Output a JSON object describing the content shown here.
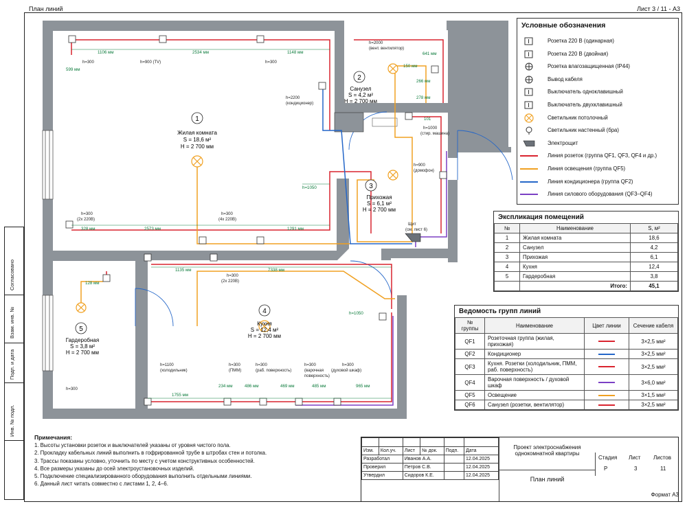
{
  "sheet": {
    "title": "План линий",
    "number": "Лист 3 / 11 - А3",
    "format": "Формат А3"
  },
  "side_labels": [
    "Согласовано",
    "Взам. инв. №",
    "Подп. и дата",
    "Инв. № подл."
  ],
  "rooms": [
    {
      "num": "1",
      "name": "Жилая комната",
      "area": "S = 18,6 м²",
      "height": "H = 2 700 мм"
    },
    {
      "num": "2",
      "name": "Санузел",
      "area": "S = 4,2 м²",
      "height": "H = 2 700 мм"
    },
    {
      "num": "3",
      "name": "Прихожая",
      "area": "S = 6,1 м²",
      "height": "H = 2 700 мм"
    },
    {
      "num": "4",
      "name": "Кухня",
      "area": "S = 12,4 м²",
      "height": "H = 2 700 мм"
    },
    {
      "num": "5",
      "name": "Гардеробная",
      "area": "S = 3,8 м²",
      "height": "H = 2 700 мм"
    }
  ],
  "plan_labels": {
    "d1106": "1106 мм",
    "d2534": "2534 мм",
    "d1148": "1148 мм",
    "d599": "599 мм",
    "h300a": "h=300",
    "h900tv": "h=900 (TV)",
    "h300b": "h=300",
    "h2200": "h=2200",
    "cond": "(кондиционер)",
    "h2000": "h=2000",
    "vent": "(вент. вентилятор)",
    "d641": "641 мм",
    "d150": "150 мм",
    "d266": "266 мм",
    "d278": "278 мм",
    "d101": "101",
    "h1000": "h=1000",
    "wash": "(стир. машина)",
    "h900d": "h=900",
    "domofon": "(домофон)",
    "h1050a": "h=1050",
    "h1050b": "h=1050",
    "h300c": "h=300",
    "x2220a": "(2х 220В)",
    "h300d": "h=300",
    "x4220": "(4х 220В)",
    "d2573": "2573 мм",
    "d1291": "1291 мм",
    "d328": "328 мм",
    "shield1": "Щит",
    "shield2": "(см. лист 6)",
    "d1135": "1135 мм",
    "d7338": "7338 мм",
    "h300e": "h=300",
    "x2220b": "(2х 220В)",
    "d128": "128 мм",
    "h300f": "h=300",
    "h1100": "h=1100",
    "fridge": "(холодильник)",
    "h300g": "h=300",
    "pmm": "(ПММ)",
    "h300h": "h=300",
    "work1": "(раб. поверхность)",
    "h300i": "h=300",
    "cook1": "(варочная",
    "cook2": "поверхность)",
    "h300j": "h=300",
    "oven": "(духовой шкаф)",
    "d1755": "1755 мм",
    "d234": "234 мм",
    "d486": "486 мм",
    "d469": "469 мм",
    "d485": "485 мм",
    "d965": "965 мм"
  },
  "legend": {
    "title": "Условные обозначения",
    "items": [
      {
        "label": "Розетка 220 В (одинарная)",
        "icon": "socket-single-icon"
      },
      {
        "label": "Розетка 220 В (двойная)",
        "icon": "socket-double-icon"
      },
      {
        "label": "Розетка влагозащищенная (IP44)",
        "icon": "socket-ip44-icon"
      },
      {
        "label": "Вывод кабеля",
        "icon": "cable-outlet-icon"
      },
      {
        "label": "Выключатель одноклавишный",
        "icon": "switch-single-icon"
      },
      {
        "label": "Выключатель двухклавишный",
        "icon": "switch-double-icon"
      },
      {
        "label": "Светильник потолочный",
        "icon": "ceiling-light-icon"
      },
      {
        "label": "Светильник настенный (бра)",
        "icon": "wall-light-icon"
      },
      {
        "label": "Электрощит",
        "icon": "panel-icon"
      },
      {
        "label": "Линия розеток (группа QF1, QF3, QF4 и др.)",
        "color": "#d9232e"
      },
      {
        "label": "Линия освещения (группа QF5)",
        "color": "#f0a020"
      },
      {
        "label": "Линия кондиционера (группа QF2)",
        "color": "#2466c8"
      },
      {
        "label": "Линия силового оборудования (QF3–QF4)",
        "color": "#7b3fc4"
      }
    ]
  },
  "explication": {
    "title": "Экспликация помещений",
    "headers": [
      "№",
      "Наименование",
      "S, м²"
    ],
    "rows": [
      [
        "1",
        "Жилая комната",
        "18,6"
      ],
      [
        "2",
        "Санузел",
        "4,2"
      ],
      [
        "3",
        "Прихожая",
        "6,1"
      ],
      [
        "4",
        "Кухня",
        "12,4"
      ],
      [
        "5",
        "Гардеробная",
        "3,8"
      ]
    ],
    "total_label": "Итого:",
    "total_value": "45,1"
  },
  "groups": {
    "title": "Ведомость групп линий",
    "headers": [
      "№ группы",
      "Наименование",
      "Цвет линии",
      "Сечение кабеля"
    ],
    "rows": [
      {
        "id": "QF1",
        "name": "Розеточная группа (жилая, прихожая)",
        "color": "#d9232e",
        "section": "3×2,5 мм²"
      },
      {
        "id": "QF2",
        "name": "Кондиционер",
        "color": "#2466c8",
        "section": "3×2,5 мм²"
      },
      {
        "id": "QF3",
        "name": "Кухня. Розетки (холодильник, ПММ, раб. поверхность)",
        "color": "#d9232e",
        "section": "3×2,5 мм²"
      },
      {
        "id": "QF4",
        "name": "Варочная поверхность / духовой шкаф",
        "color": "#7b3fc4",
        "section": "3×6,0 мм²"
      },
      {
        "id": "QF5",
        "name": "Освещение",
        "color": "#f0a020",
        "section": "3×1,5 мм²"
      },
      {
        "id": "QF6",
        "name": "Санузел (розетки, вентилятор)",
        "color": "#d9232e",
        "section": "3×2,5 мм²"
      }
    ]
  },
  "notes": {
    "title": "Примечания:",
    "items": [
      "1. Высоты установки розеток и выключателей указаны от уровня чистого пола.",
      "2. Прокладку кабельных линий выполнить в гофрированной трубе в штробах стен и потолка.",
      "3. Трассы показаны условно, уточнить по месту с учетом конструктивных особенностей.",
      "4. Все размеры указаны до осей электроустановочных изделий.",
      "5. Подключение специализированного оборудования выполнить отдельными линиями.",
      "6. Данный лист читать совместно с листами 1, 2, 4–6."
    ]
  },
  "stamp": {
    "cols": [
      "Изм.",
      "Кол.уч.",
      "Лист",
      "№ док.",
      "Подп.",
      "Дата"
    ],
    "people": [
      {
        "role": "Разработал",
        "name": "Иванов А.А.",
        "date": "12.04.2025"
      },
      {
        "role": "Проверил",
        "name": "Петров С.В.",
        "date": "12.04.2025"
      },
      {
        "role": "Утвердил",
        "name": "Сидоров К.Е.",
        "date": "12.04.2025"
      }
    ],
    "project": "Проект электроснабжения однокомнатной квартиры",
    "sheet_name": "План линий",
    "stage_h": "Стадия",
    "sheet_h": "Лист",
    "sheets_h": "Листов",
    "stage": "Р",
    "sheet": "3",
    "sheets": "11"
  }
}
